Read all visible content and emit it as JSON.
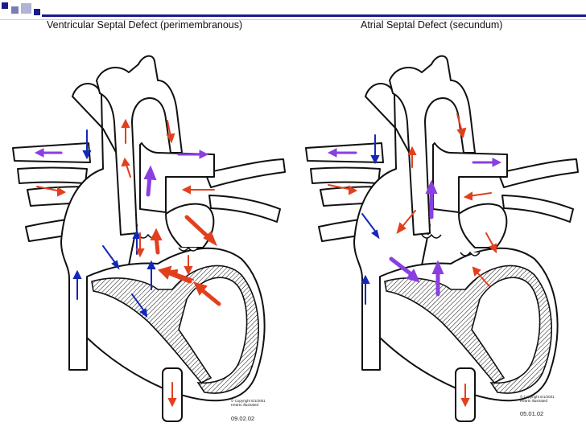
{
  "header": {
    "squares": [
      "#1a1a8c",
      "#7b7bb8",
      "#b3b3d6",
      "#1a1a8c"
    ]
  },
  "panels": [
    {
      "title": "Ventricular Septal Defect (perimembranous)",
      "copyright_line1": "© Copyright 6/1/2001",
      "copyright_line2": "Hearts Illustrated",
      "date": "09.02.02"
    },
    {
      "title": "Atrial Septal Defect (secundum)",
      "copyright_line1": "© Copyright 6/1/2001",
      "copyright_line2": "Hearts Illustrated",
      "date": "05.01.02"
    }
  ],
  "colors": {
    "blue_arrow": "#1228b8",
    "red_arrow": "#e2401d",
    "purple_arrow": "#8a3fe0",
    "outline": "#111111"
  }
}
